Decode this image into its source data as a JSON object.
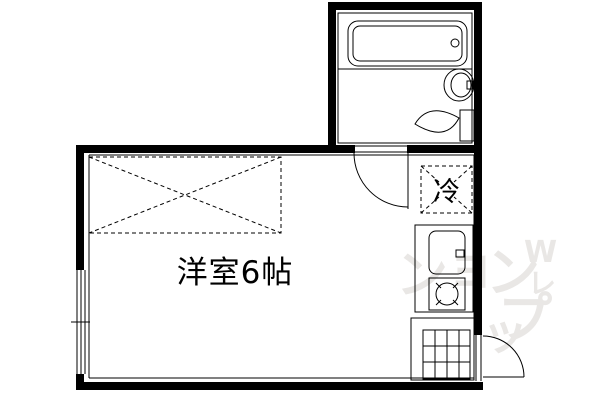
{
  "floorplan": {
    "room": {
      "label": "洋室6帖"
    },
    "fridge": {
      "label": "冷"
    },
    "watermark": {
      "brand": "アパマンショップ",
      "color": "#e9e7e5",
      "fragments": [
        {
          "ch": "ン"
        },
        {
          "ch": "プ"
        },
        {
          "ch": "W"
        },
        {
          "ch": "レ"
        },
        {
          "ch": "ン"
        },
        {
          "ch": "ョ"
        },
        {
          "ch": "ッ"
        }
      ]
    },
    "colors": {
      "wall": "#000000",
      "background": "#ffffff",
      "line": "#000000",
      "watermark": "#e9e7e5"
    }
  }
}
